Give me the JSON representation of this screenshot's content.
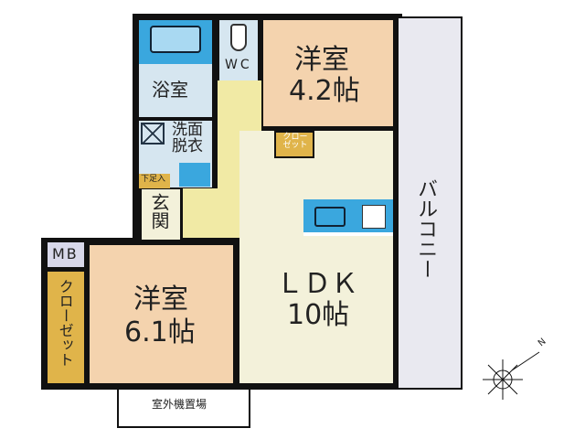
{
  "rooms": {
    "western_small": {
      "name": "洋室",
      "size": "4.2帖"
    },
    "western_large": {
      "name": "洋室",
      "size": "6.1帖"
    },
    "ldk": {
      "name": "ＬＤＫ",
      "size": "10帖"
    },
    "bath": "浴室",
    "wc": "WC",
    "washroom": "洗面脱衣",
    "entrance": "玄関",
    "shoe_box": "下足入",
    "closet_small": "クロー ゼット",
    "closet_large": "クローゼット",
    "mb": "MB",
    "balcony": "バルコニー",
    "outdoor_unit": "室外機置場"
  },
  "compass": {
    "label": "N"
  },
  "colors": {
    "wall": "#111111",
    "western": "#f4d3ae",
    "ldk": "#f3f1da",
    "hall": "#f1eaa5",
    "wet": "#d6e6f0",
    "closet": "#e0b44a",
    "balcony": "#e9e9f0",
    "kitchen": "#3aa7de"
  }
}
